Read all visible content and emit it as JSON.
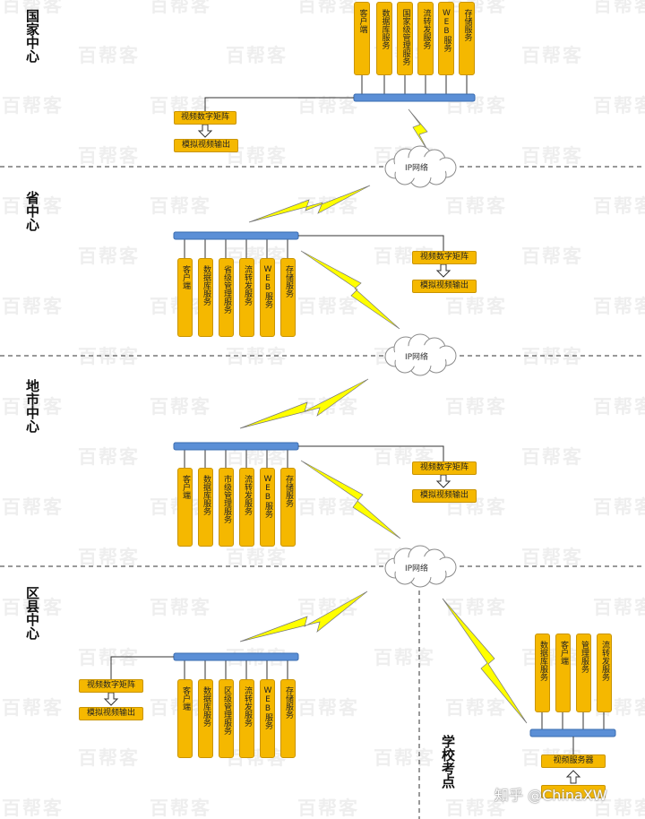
{
  "levels": {
    "national": "国家中心",
    "province": "省中心",
    "city": "地市中心",
    "county": "区县中心",
    "school": "学校考点"
  },
  "servers": {
    "national": [
      "客户端",
      "数据库服务",
      "国家级管理服务",
      "流转发服务",
      "WEB服务",
      "存储服务"
    ],
    "province": [
      "客户端",
      "数据库服务",
      "省级管理服务",
      "流转发服务",
      "WEB服务",
      "存储服务"
    ],
    "city": [
      "客户端",
      "数据库服务",
      "市级管理服务",
      "流转发服务",
      "WEB服务",
      "存储服务"
    ],
    "county": [
      "客户端",
      "数据库服务",
      "区级管理服务",
      "流转发服务",
      "WEB服务",
      "存储服务"
    ],
    "school": [
      "数据库服务",
      "客户端",
      "管理服务",
      "流转发服务"
    ]
  },
  "matrix_label": "视频数字矩阵",
  "output_label": "模拟视频输出",
  "video_server_label": "视频服务器",
  "network_label": "IP网络",
  "watermark_text": "百帮客",
  "credit": "知乎 @ChinaXW",
  "colors": {
    "server_fill": "#f5b800",
    "bus_fill": "#5b8fd6",
    "lightning_fill": "#ffff00",
    "separator": "#333333"
  }
}
